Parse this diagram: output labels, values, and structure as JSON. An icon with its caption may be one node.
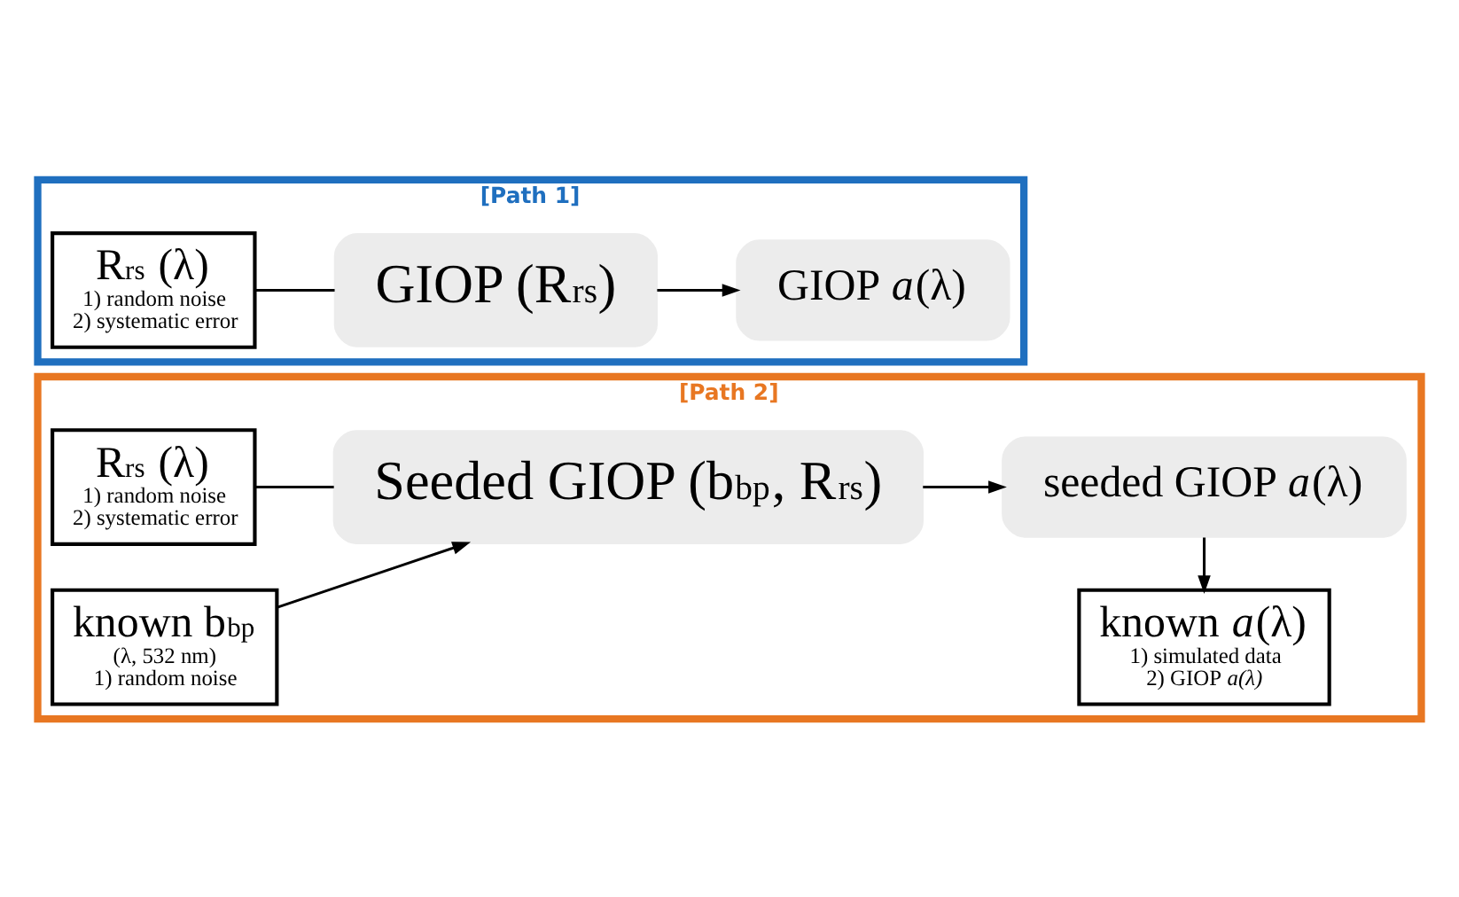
{
  "diagram": {
    "nodes": [
      {
        "text": [
          "[Path 1]"
        ]
      },
      {
        "text": [
          "R$_{rs}$ (λ)",
          "1) random noise",
          "2) systematic error"
        ],
        "in": 0
      },
      {
        "text": [
          "GIOP (R$_{rs}$)"
        ],
        "in": 0
      },
      {
        "text": [
          "GIOP *a*(λ)"
        ],
        "in": 0
      },
      {
        "text": [
          "[Path 2]"
        ]
      },
      {
        "text": [
          "R$_{rs}$ (λ)",
          "1) random noise",
          "2) systematic error"
        ],
        "in": 4
      },
      {
        "text": [
          "Seeded GIOP (b$_{bp}$, R$_{rs}$)"
        ],
        "in": 4
      },
      {
        "text": [
          "seeded GIOP *a*(λ)"
        ],
        "in": 4
      },
      {
        "text": [
          "known b$_{bp}$",
          "(λ, 532 nm)",
          "1) random noise"
        ],
        "in": 4
      },
      {
        "text": [
          "known *a*(λ)",
          "1) simulated data",
          "2) GIOP *a(λ)*"
        ],
        "in": 4
      }
    ],
    "edges": [
      {
        "from": 1,
        "to": 2,
        "arrow": "none"
      },
      {
        "from": 2,
        "to": 3,
        "arrow": "to"
      },
      {
        "from": 5,
        "to": 6,
        "arrow": "none"
      },
      {
        "from": 6,
        "to": 7,
        "arrow": "to"
      },
      {
        "from": 8,
        "to": 6,
        "arrow": "to"
      },
      {
        "from": 7,
        "to": 9,
        "arrow": "to"
      }
    ]
  }
}
